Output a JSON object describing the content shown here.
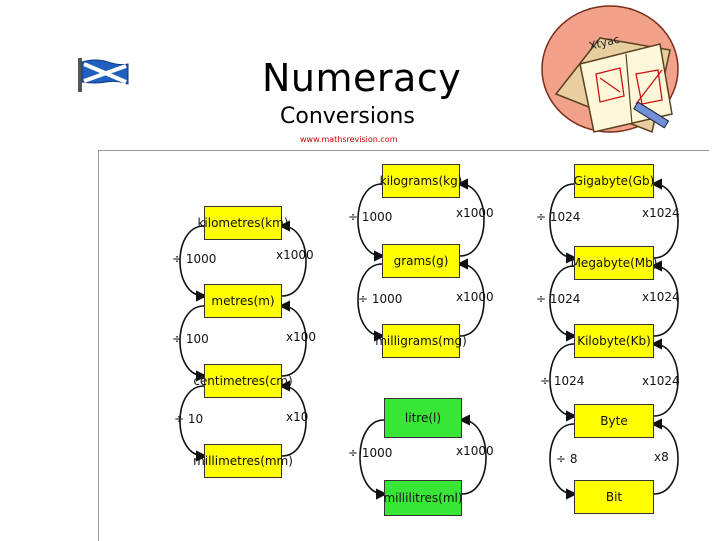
{
  "header": {
    "title": "Numeracy",
    "subtitle": "Conversions",
    "website": "www.mathsrevision.com"
  },
  "colors": {
    "yellow": "#ffff00",
    "green": "#37e637",
    "flag_blue": "#1f5fbf",
    "website_red": "#cc0000"
  },
  "icons": [
    "scottish-flag-icon",
    "maths-book-icon"
  ],
  "book_text": "Xtyac",
  "length": {
    "units": [
      {
        "name": "kilometres",
        "abbr": "(km)"
      },
      {
        "name": "metres",
        "abbr": "(m)"
      },
      {
        "name": "centimetres",
        "abbr": "(cm)"
      },
      {
        "name": "millimetres",
        "abbr": "(mm)"
      }
    ],
    "ops": [
      {
        "divide": "÷ 1000",
        "multiply": "x1000"
      },
      {
        "divide": "÷ 100",
        "multiply": "x100"
      },
      {
        "divide": "÷ 10",
        "multiply": "x10"
      }
    ]
  },
  "mass": {
    "units": [
      {
        "name": "kilograms",
        "abbr": "(kg)"
      },
      {
        "name": "grams",
        "abbr": "(g)"
      },
      {
        "name": "milligrams",
        "abbr": "(mg)"
      }
    ],
    "ops": [
      {
        "divide": "÷ 1000",
        "multiply": "x1000"
      },
      {
        "divide": "÷ 1000",
        "multiply": "x1000"
      }
    ]
  },
  "volume": {
    "units": [
      {
        "name": "litre",
        "abbr": "(l)"
      },
      {
        "name": "millilitres",
        "abbr": "(ml)"
      }
    ],
    "ops": [
      {
        "divide": "÷ 1000",
        "multiply": "x1000"
      }
    ]
  },
  "data_storage": {
    "units": [
      {
        "name": "Gigabyte",
        "abbr": "(Gb)"
      },
      {
        "name": "Megabyte",
        "abbr": "(Mb)"
      },
      {
        "name": "Kilobyte",
        "abbr": "(Kb)"
      },
      {
        "name": "Byte",
        "abbr": ""
      },
      {
        "name": "Bit",
        "abbr": ""
      }
    ],
    "ops": [
      {
        "divide": "÷ 1024",
        "multiply": "x1024"
      },
      {
        "divide": "÷ 1024",
        "multiply": "x1024"
      },
      {
        "divide": "÷ 1024",
        "multiply": "x1024"
      },
      {
        "divide": "÷ 8",
        "multiply": "x8"
      }
    ]
  }
}
